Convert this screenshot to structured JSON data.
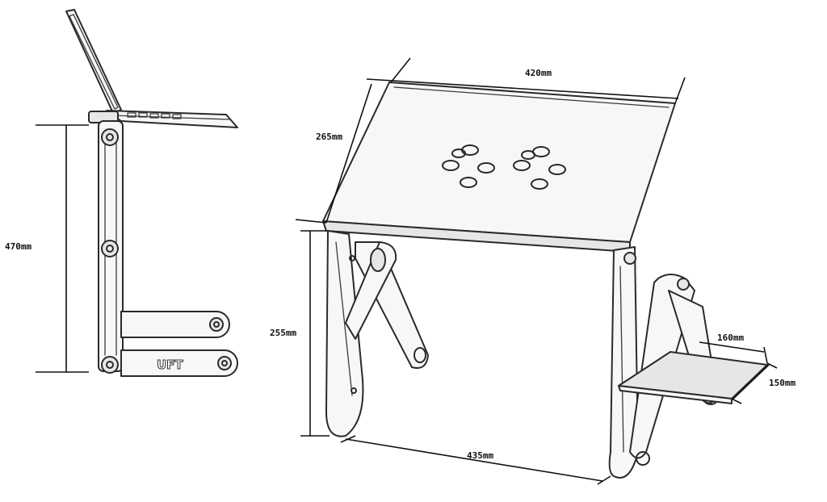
{
  "side_view": {
    "height_label": "470mm",
    "brand_label": "UFT"
  },
  "perspective_view": {
    "top_width_label": "420mm",
    "top_depth_label": "265mm",
    "leg_height_label": "255mm",
    "base_width_label": "435mm",
    "tray_width_label": "160mm",
    "tray_depth_label": "150mm"
  }
}
